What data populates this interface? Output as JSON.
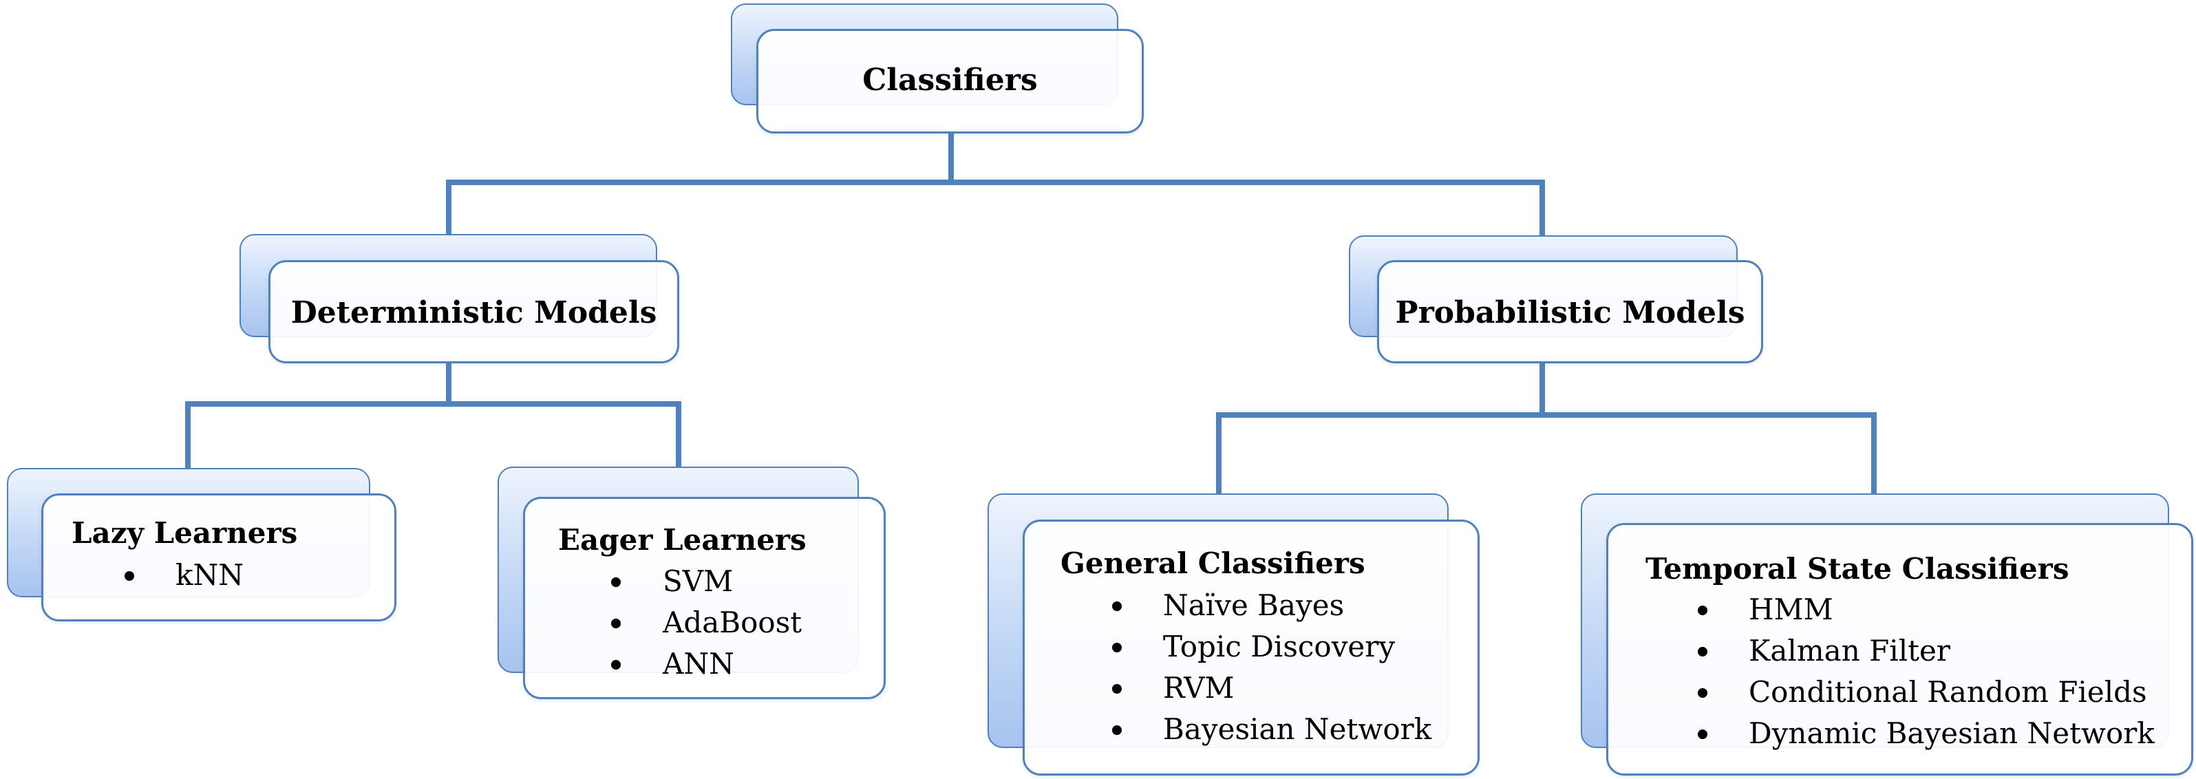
{
  "colors": {
    "connector": "#4f81bd",
    "card_border": "#4f81bd",
    "shadow_top": "#eef4fd",
    "shadow_bottom": "#a7c3ef"
  },
  "root": {
    "label": "Classifiers"
  },
  "branches": {
    "deterministic": {
      "label": "Deterministic Models",
      "lazy": {
        "title": "Lazy Learners",
        "items": [
          "kNN"
        ]
      },
      "eager": {
        "title": "Eager Learners",
        "items": [
          "SVM",
          "AdaBoost",
          "ANN"
        ]
      }
    },
    "probabilistic": {
      "label": "Probabilistic Models",
      "general": {
        "title": "General Classifiers",
        "items": [
          "Naïve Bayes",
          "Topic Discovery",
          "RVM",
          "Bayesian Network"
        ]
      },
      "temporal": {
        "title": "Temporal State Classifiers",
        "items": [
          "HMM",
          "Kalman Filter",
          "Conditional Random Fields",
          "Dynamic Bayesian Network"
        ]
      }
    }
  }
}
